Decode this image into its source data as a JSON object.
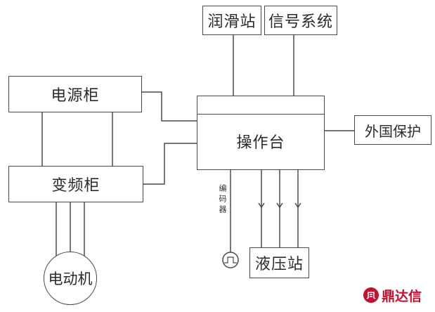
{
  "nodes": {
    "lubrication": "润滑站",
    "signal": "信号系统",
    "power_cabinet": "电源柜",
    "console": "操作台",
    "external_protection": "外国保护",
    "vfd_cabinet": "变频柜",
    "motor": "电动机",
    "hydraulic": "液压站",
    "encoder": "编码器"
  },
  "logo": {
    "text": "鼎达信",
    "color": "#c8102e",
    "icon": "logo-icon"
  },
  "colors": {
    "line": "#4a4a4a",
    "background": "#ffffff"
  }
}
